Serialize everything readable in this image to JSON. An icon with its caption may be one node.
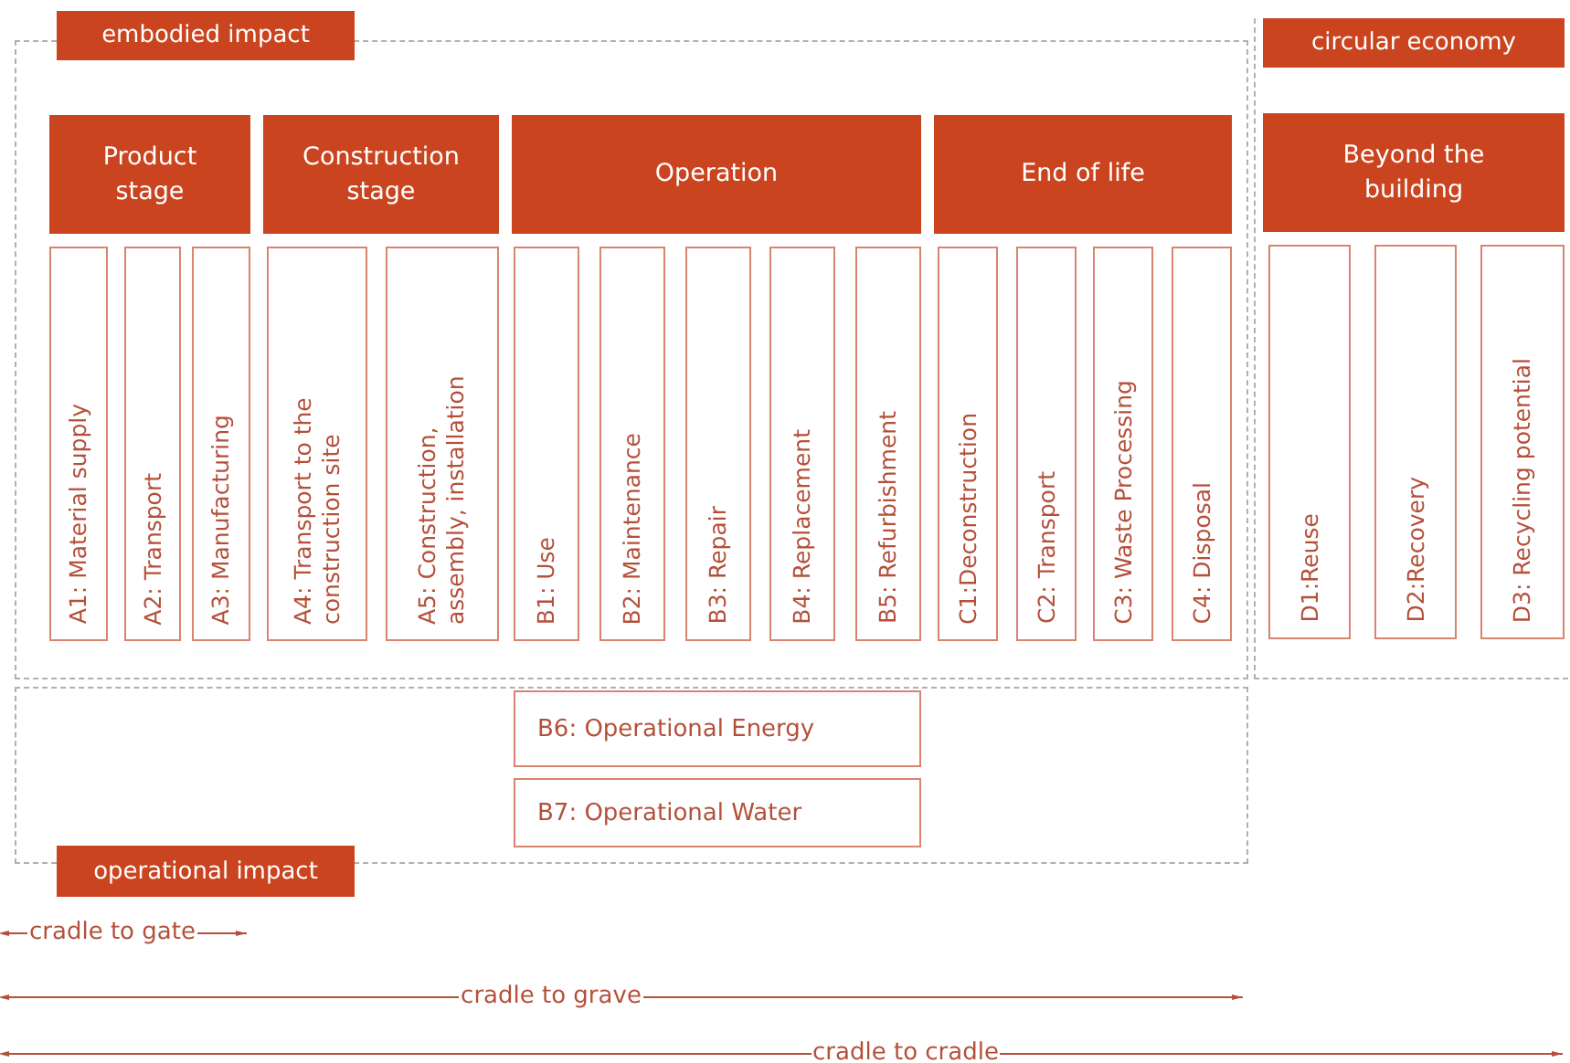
{
  "diagram": {
    "nodes": [
      {
        "text": [
          "embodied impact"
        ]
      },
      {
        "text": [
          "Product stage"
        ],
        "in": 0
      },
      {
        "text": [
          "Construction stage"
        ],
        "in": 0
      },
      {
        "text": [
          "Operation"
        ],
        "in": 0
      },
      {
        "text": [
          "End of life"
        ],
        "in": 0
      },
      {
        "text": [
          "A1: Material supply"
        ],
        "in": 0
      },
      {
        "text": [
          "A2: Transport"
        ],
        "in": 0
      },
      {
        "text": [
          "A3: Manufacturing"
        ],
        "in": 0
      },
      {
        "text": [
          "A4: Transport to the construction site"
        ],
        "in": 0
      },
      {
        "text": [
          "A5: Construction, assembly, installation"
        ],
        "in": 0
      },
      {
        "text": [
          "B1: Use"
        ],
        "in": 0
      },
      {
        "text": [
          "B2: Maintenance"
        ],
        "in": 0
      },
      {
        "text": [
          "B3: Repair"
        ],
        "in": 0
      },
      {
        "text": [
          "B4: Replacement"
        ],
        "in": 0
      },
      {
        "text": [
          "B5: Refurbishment"
        ],
        "in": 0
      },
      {
        "text": [
          "C1:Deconstruction"
        ],
        "in": 0
      },
      {
        "text": [
          "C2: Transport"
        ],
        "in": 0
      },
      {
        "text": [
          "C3: Waste Processing"
        ],
        "in": 0
      },
      {
        "text": [
          "C4: Disposal"
        ],
        "in": 0
      },
      {
        "text": [
          "circular economy"
        ]
      },
      {
        "text": [
          "Beyond the building"
        ],
        "in": 19
      },
      {
        "text": [
          "D1:Reuse"
        ],
        "in": 19
      },
      {
        "text": [
          "D2:Recovery"
        ],
        "in": 19
      },
      {
        "text": [
          "D3: Recycling potential"
        ],
        "in": 19
      },
      {
        "text": [
          "operational impact"
        ]
      },
      {
        "text": [
          "B6: Operational Energy"
        ],
        "in": 24
      },
      {
        "text": [
          "B7: Operational Water"
        ],
        "in": 24
      }
    ],
    "labels": [
      "cradle to gate",
      "cradle to grave",
      "cradle to cradle"
    ]
  }
}
